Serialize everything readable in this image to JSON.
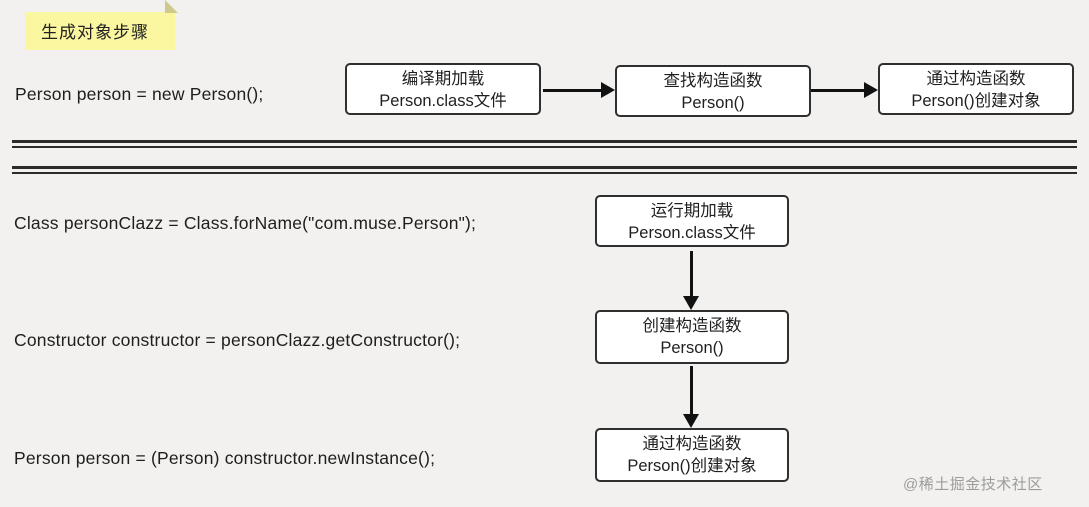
{
  "title": {
    "label": "生成对象步骤"
  },
  "top_flow": {
    "code": "Person person = new Person();",
    "steps": [
      {
        "label": "编译期加载Person.class文件"
      },
      {
        "label": "查找构造函数Person()"
      },
      {
        "label": "通过构造函数Person()创建对象"
      }
    ]
  },
  "bottom_flow": {
    "rows": [
      {
        "code": "Class personClazz = Class.forName(\"com.muse.Person\");",
        "step": "运行期加载Person.class文件"
      },
      {
        "code": "Constructor constructor = personClazz.getConstructor();",
        "step": "创建构造函数Person()"
      },
      {
        "code": "Person person = (Person) constructor.newInstance();",
        "step": "通过构造函数Person()创建对象"
      }
    ]
  },
  "watermark": "@稀土掘金技术社区",
  "colors": {
    "background": "#f2f1ef",
    "box_fill": "#ffffff",
    "box_border": "#2f2f2f",
    "note_yellow": "#fbf7a0",
    "text": "#1f1f1f",
    "watermark_gray": "#9c9c9c"
  }
}
